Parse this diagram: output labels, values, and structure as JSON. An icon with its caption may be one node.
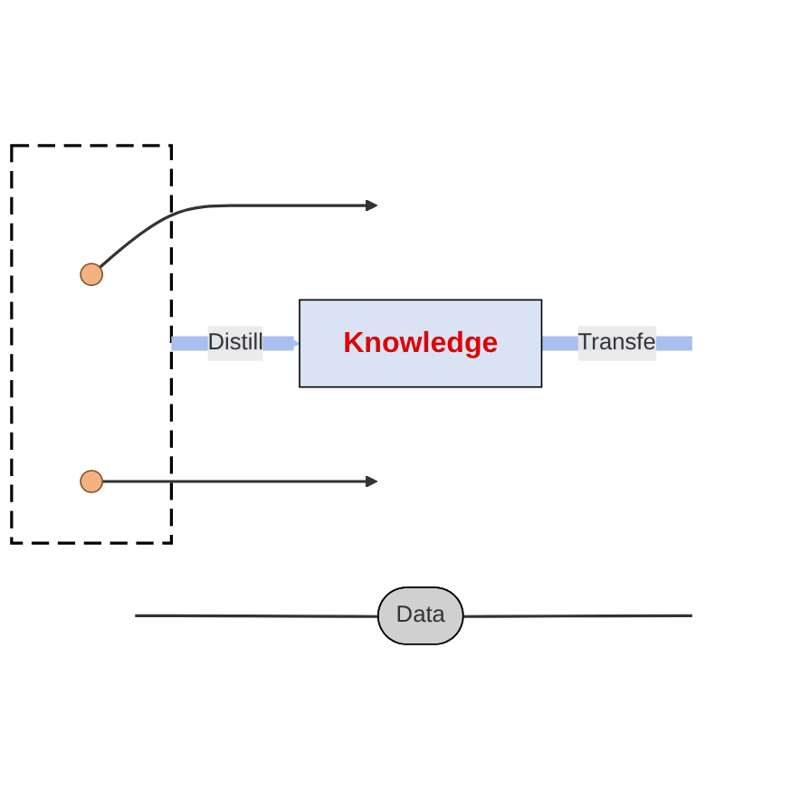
{
  "diagram": {
    "nodes": [
      {
        "text": [],
        "shape": "box"
      },
      {
        "text": [],
        "shape": "circle",
        "in": 0
      },
      {
        "text": [],
        "shape": "circle",
        "in": 0
      },
      {
        "text": [
          "Knowledge"
        ]
      },
      {
        "text": [
          "Data"
        ]
      }
    ],
    "edges": [
      {
        "from": 1,
        "to": null,
        "arrow": "to"
      },
      {
        "from": 2,
        "to": null,
        "arrow": "to"
      },
      {
        "from": 0,
        "to": 3,
        "arrow": "to",
        "label": "Distill",
        "style": "thick",
        "color": "#a9bff0"
      },
      {
        "from": 3,
        "to": null,
        "arrow": "none",
        "label": "Transfe",
        "style": "thick",
        "color": "#a9bff0"
      },
      {
        "from": null,
        "to": 4,
        "arrow": "none"
      },
      {
        "from": 4,
        "to": null,
        "arrow": "none"
      }
    ]
  }
}
